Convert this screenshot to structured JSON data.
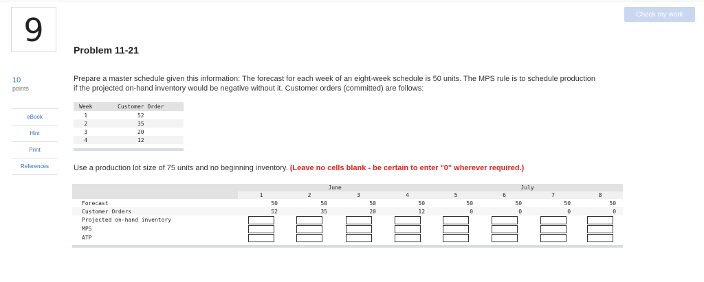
{
  "toolbar": {
    "check_label": "Check my work"
  },
  "question": {
    "number": "9"
  },
  "points": {
    "value": "10",
    "label": "points"
  },
  "tools": [
    "eBook",
    "Hint",
    "Print",
    "References"
  ],
  "problem": {
    "title": "Problem 11-21",
    "instructions": "Prepare a master schedule given this information: The forecast for each week of an eight-week schedule is 50 units. The MPS rule is to schedule production if the projected on-hand inventory would be negative without it. Customer orders (committed) are follows:",
    "lot_text": "Use a production lot size of 75 units and no beginning inventory.",
    "warning": "(Leave no cells blank - be certain to enter \"0\" wherever required.)"
  },
  "orders_table": {
    "headers": [
      "Week",
      "Customer Order"
    ],
    "rows": [
      [
        "1",
        "52"
      ],
      [
        "2",
        "35"
      ],
      [
        "3",
        "20"
      ],
      [
        "4",
        "12"
      ]
    ]
  },
  "mps_table": {
    "month1": "June",
    "month2": "July",
    "weeks": [
      "1",
      "2",
      "3",
      "4",
      "5",
      "6",
      "7",
      "8"
    ],
    "rows": [
      {
        "label": "Forecast",
        "values": [
          "50",
          "50",
          "50",
          "50",
          "50",
          "50",
          "50",
          "50"
        ]
      },
      {
        "label": "Customer Orders",
        "values": [
          "52",
          "35",
          "20",
          "12",
          "0",
          "0",
          "0",
          "0"
        ]
      }
    ],
    "input_rows": [
      "Projected on-hand inventory",
      "MPS",
      "ATP"
    ]
  }
}
